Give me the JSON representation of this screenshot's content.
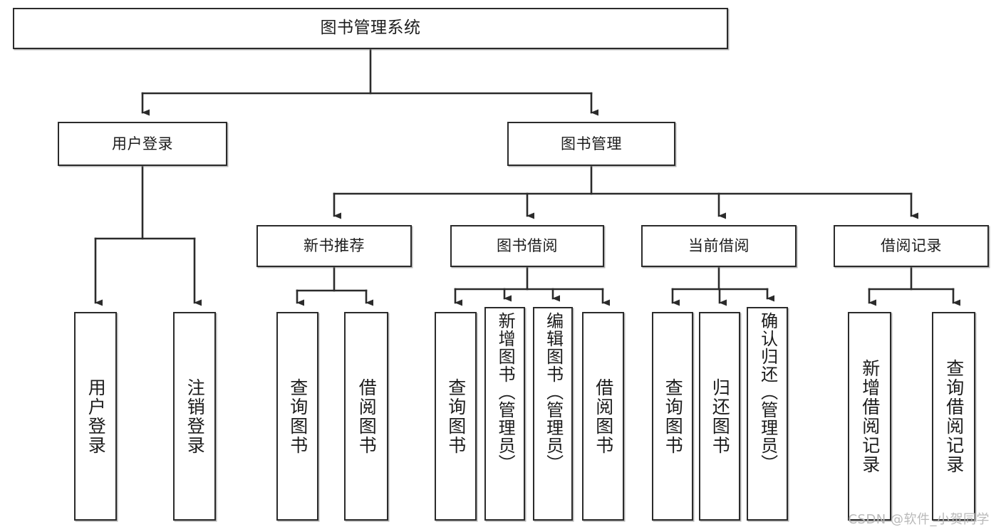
{
  "diagram": {
    "title": "图书管理系统",
    "type": "tree-hierarchy",
    "root": {
      "label": "图书管理系统"
    },
    "level1": [
      {
        "id": "user-login",
        "label": "用户登录"
      },
      {
        "id": "book-mgmt",
        "label": "图书管理"
      }
    ],
    "level2": [
      {
        "id": "new-rec",
        "label": "新书推荐"
      },
      {
        "id": "borrow",
        "label": "图书借阅"
      },
      {
        "id": "current",
        "label": "当前借阅"
      },
      {
        "id": "history",
        "label": "借阅记录"
      }
    ],
    "leaves": [
      {
        "id": "l-userlogin",
        "parent": "user-login",
        "label": "用户登录"
      },
      {
        "id": "l-logout",
        "parent": "user-login",
        "label": "注销登录"
      },
      {
        "id": "l-q1",
        "parent": "new-rec",
        "label": "查询图书"
      },
      {
        "id": "l-b1",
        "parent": "new-rec",
        "label": "借阅图书"
      },
      {
        "id": "l-q2",
        "parent": "borrow",
        "label": "查询图书"
      },
      {
        "id": "l-add",
        "parent": "borrow",
        "label": "新增图书（管理员）"
      },
      {
        "id": "l-edit",
        "parent": "borrow",
        "label": "编辑图书（管理员）"
      },
      {
        "id": "l-b2",
        "parent": "borrow",
        "label": "借阅图书"
      },
      {
        "id": "l-q3",
        "parent": "current",
        "label": "查询图书"
      },
      {
        "id": "l-return",
        "parent": "current",
        "label": "归还图书"
      },
      {
        "id": "l-confirm",
        "parent": "current",
        "label": "确认归还（管理员）"
      },
      {
        "id": "l-addrec",
        "parent": "history",
        "label": "新增借阅记录"
      },
      {
        "id": "l-qrec",
        "parent": "history",
        "label": "查询借阅记录"
      }
    ],
    "colors": {
      "stroke": "#2b2b2b",
      "fill": "#ffffff",
      "text": "#1c1c1c",
      "watermark": "#b9b9b9"
    }
  },
  "watermark": {
    "text": "CSDN @软件_小贺同学"
  }
}
